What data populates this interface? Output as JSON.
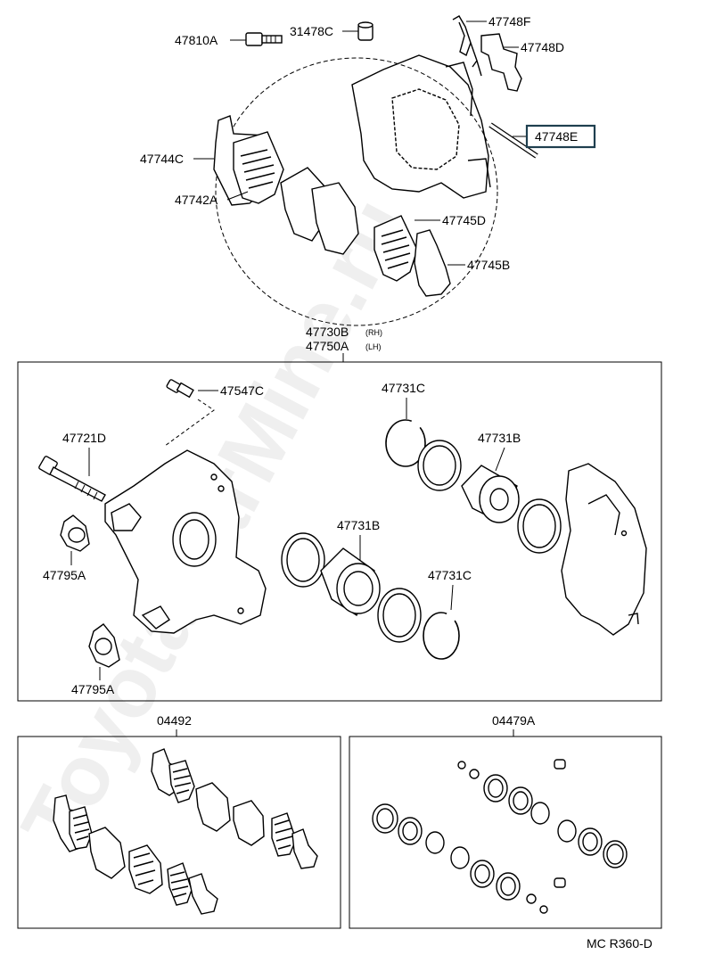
{
  "labels": {
    "p47810A": "47810A",
    "p31478C": "31478C",
    "p47748F": "47748F",
    "p47748D": "47748D",
    "p47748E": "47748E",
    "p47744C": "47744C",
    "p47742A": "47742A",
    "p47745D": "47745D",
    "p47745B": "47745B",
    "p47730B": "47730B",
    "rh": "(RH)",
    "p47750A": "47750A",
    "lh": "(LH)",
    "p47547C": "47547C",
    "p47721D": "47721D",
    "p47731C_top": "47731C",
    "p47731B_right": "47731B",
    "p47731B_center": "47731B",
    "p47731C_bottom": "47731C",
    "p47795A_top": "47795A",
    "p47795A_bottom": "47795A",
    "kit_pad": "04492",
    "kit_seal": "04479A",
    "footer_code": "MC R360-D"
  },
  "watermark": "ToyotaCarMine.ru",
  "colors": {
    "line": "#000000",
    "highlight_border": "#1f3f4f",
    "background": "#ffffff"
  }
}
